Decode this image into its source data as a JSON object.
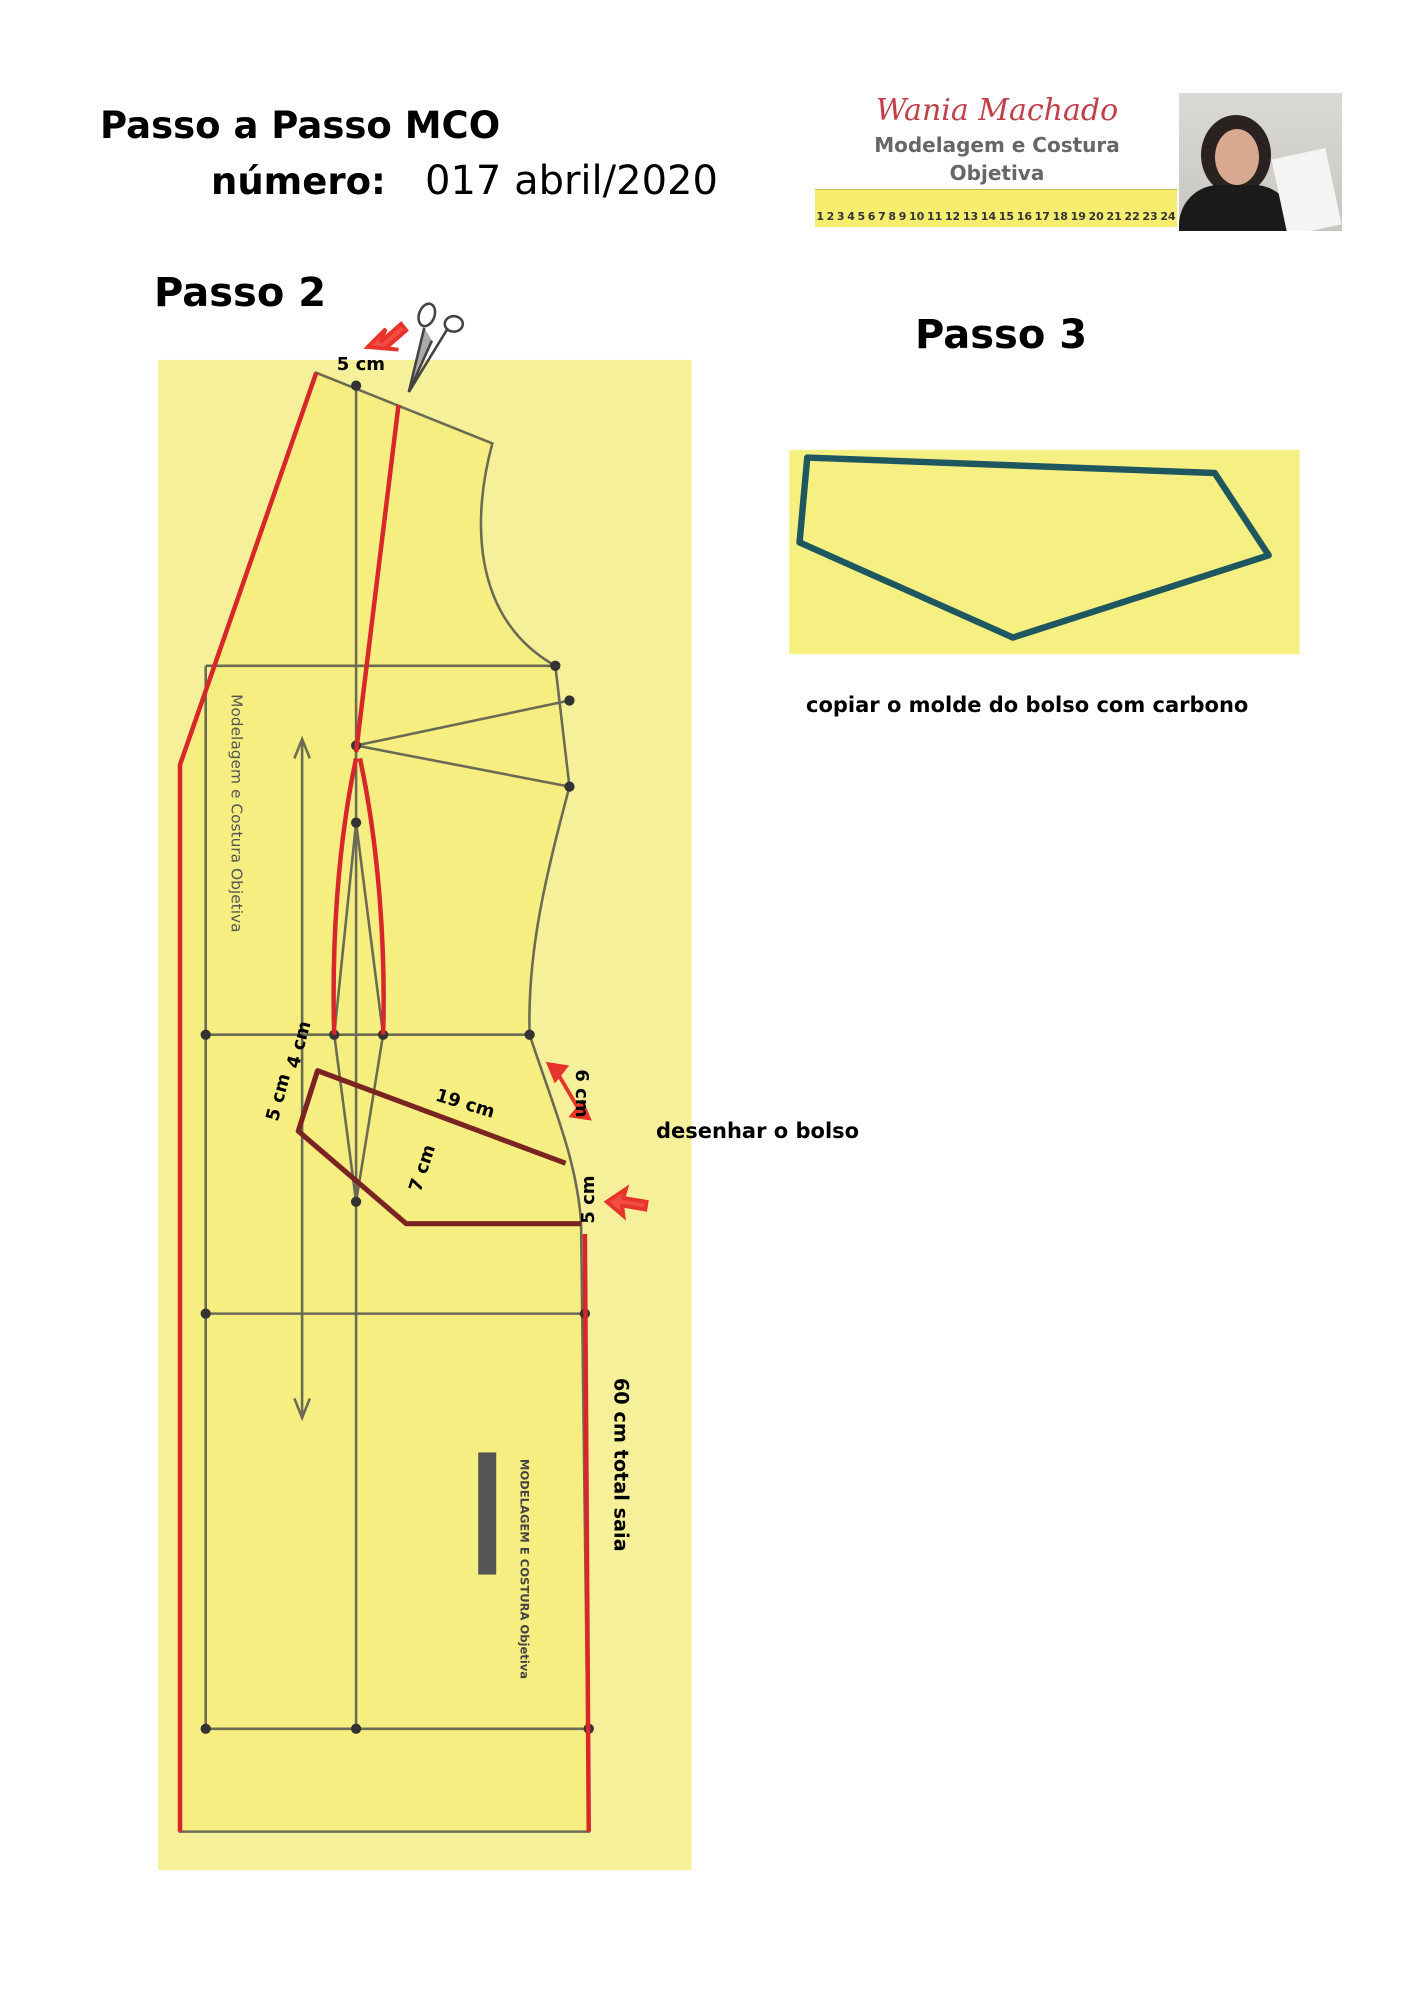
{
  "header": {
    "title": "Passo a Passo MCO",
    "number_label": "número:",
    "number_value": "017 abril/2020"
  },
  "logo": {
    "name": "Wania Machado",
    "line1": "Modelagem e Costura",
    "line2": "Objetiva",
    "ruler_numbers": [
      "1",
      "2",
      "3",
      "4",
      "5",
      "6",
      "7",
      "8",
      "9",
      "10",
      "11",
      "12",
      "13",
      "14",
      "15",
      "16",
      "17",
      "18",
      "19",
      "20",
      "21",
      "22",
      "23",
      "24"
    ]
  },
  "step2": {
    "title": "Passo 2",
    "watermark": "Modelagem e Costura Objetiva",
    "stamp": "MODELAGEM E COSTURA Objetiva",
    "labels": {
      "top": "5 cm",
      "a": "4 cm",
      "b": "5 cm",
      "c": "19 cm",
      "d": "7 cm",
      "e": "6 cm",
      "f": "5 cm"
    },
    "note_pocket": "desenhar o bolso",
    "note_skirt": "60 cm total saia"
  },
  "step3": {
    "title": "Passo 3",
    "caption": "copiar o molde do bolso com carbono"
  },
  "colors": {
    "paper": "#f6ee80",
    "red": "#d8262b",
    "pocket_line": "#7a2323",
    "grey_line": "#6b6b55",
    "teal": "#1f5761"
  }
}
